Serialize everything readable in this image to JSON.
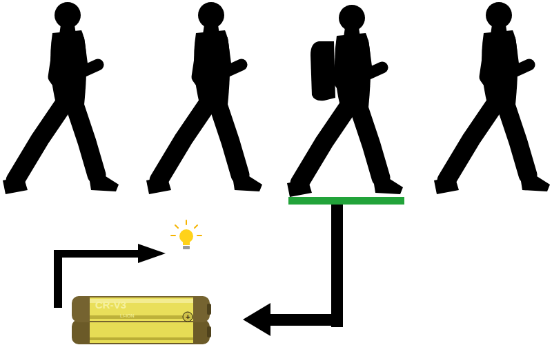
{
  "diagram": {
    "nodes": [
      {
        "text": [
          "CR-V3",
          "LI-ION",
          "+"
        ]
      }
    ]
  }
}
